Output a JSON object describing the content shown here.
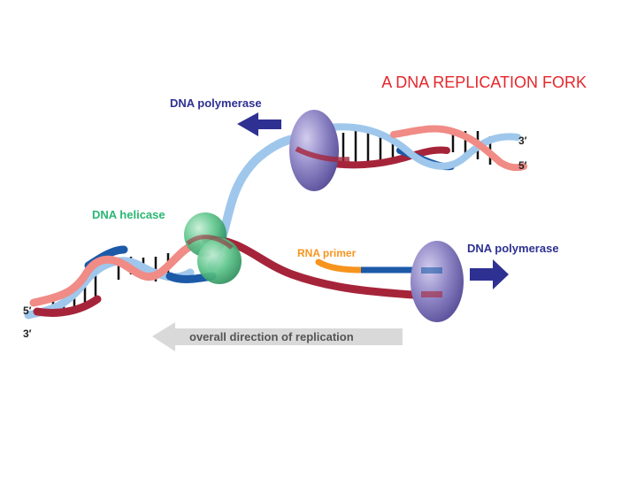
{
  "title": "A DNA REPLICATION FORK",
  "labels": {
    "polymerase_top": "DNA polymerase",
    "polymerase_bottom": "DNA polymerase",
    "helicase": "DNA helicase",
    "primer": "RNA primer",
    "direction": "overall direction of replication",
    "top_right_3": "3′",
    "top_right_5": "5′",
    "left_5": "5′",
    "left_3": "3′"
  },
  "colors": {
    "title": "#e5262b",
    "polymerase_label": "#2e3192",
    "helicase_label": "#2bb673",
    "primer_label": "#f7941d",
    "strand_light_blue": "#9fc7ec",
    "strand_dark_blue": "#1c5aa8",
    "strand_salmon": "#f08b86",
    "strand_dark_red": "#a6243a",
    "rungs": "#111111",
    "polymerase_body": "#8d84c4",
    "helicase_body": "#5cc48a",
    "arrow_navy": "#2e3192",
    "direction_arrow": "#d9d9d9"
  }
}
